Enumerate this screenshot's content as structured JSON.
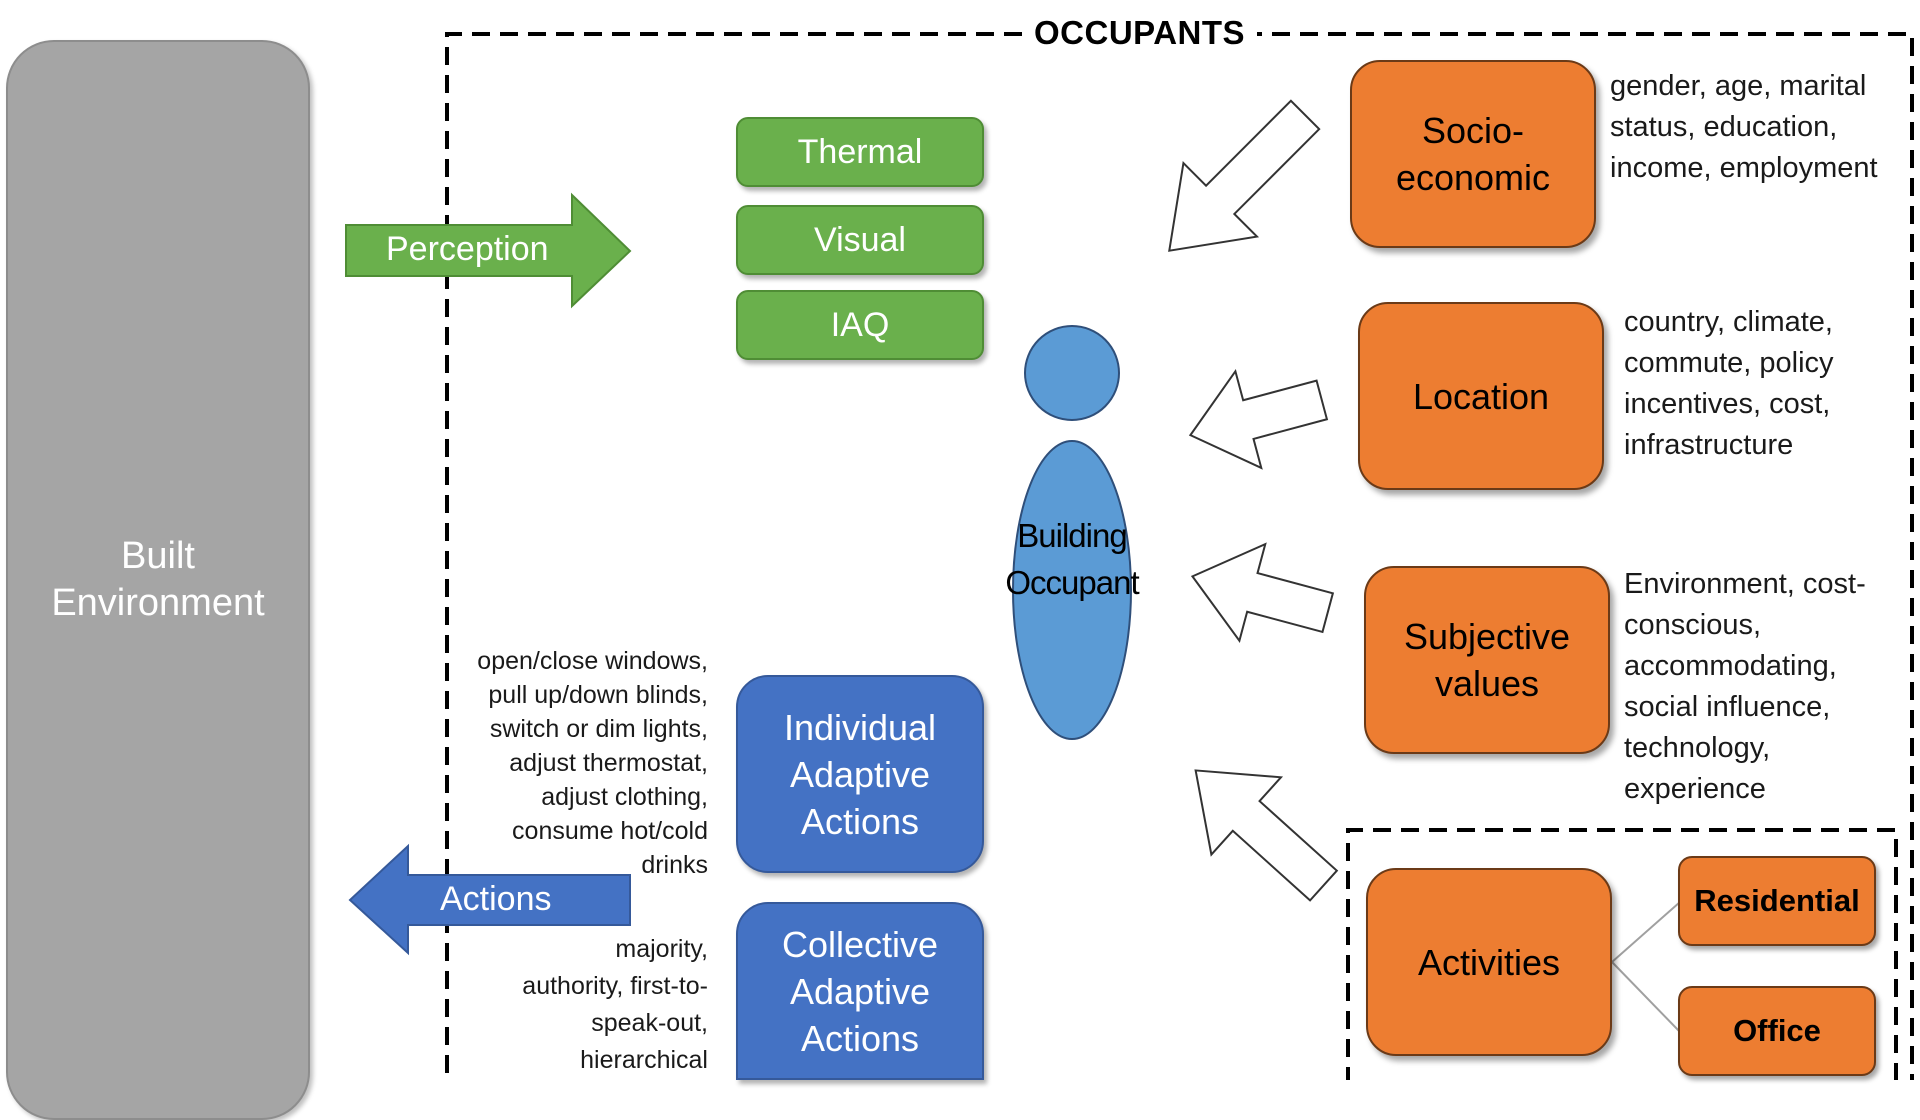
{
  "built_environment": {
    "label_lines": [
      "Built",
      "Environment"
    ]
  },
  "occupants_title": "OCCUPANTS",
  "perception_label": "Perception",
  "actions_label": "Actions",
  "perception_boxes": [
    "Thermal",
    "Visual",
    "IAQ"
  ],
  "action_boxes": {
    "individual": [
      "Individual",
      "Adaptive",
      "Actions"
    ],
    "collective": [
      "Collective",
      "Adaptive",
      "Actions"
    ]
  },
  "individual_actions_text": [
    "open/close windows,",
    "pull up/down  blinds,",
    "switch or dim lights,",
    "adjust thermostat,",
    "adjust clothing,",
    "consume hot/cold",
    "drinks"
  ],
  "collective_actions_text": [
    "majority,",
    "authority, first-to-",
    "speak-out,",
    "hierarchical"
  ],
  "occupant_label": [
    "Building",
    "Occupant"
  ],
  "factors": {
    "socio_economic": {
      "label": [
        "Socio-",
        "economic"
      ],
      "details": [
        "gender, age, marital",
        "status, education,",
        "income, employment"
      ]
    },
    "location": {
      "label": [
        "Location"
      ],
      "details": [
        "country, climate,",
        "commute, policy",
        "incentives, cost,",
        "infrastructure"
      ]
    },
    "subjective_values": {
      "label": [
        "Subjective",
        "values"
      ],
      "details": [
        "Environment, cost-",
        "conscious,",
        "accommodating,",
        "social influence,",
        "technology,",
        "experience"
      ]
    },
    "activities": {
      "label": [
        "Activities"
      ],
      "types": [
        "Residential",
        "Office"
      ]
    }
  },
  "colors": {
    "green": "#6ab04c",
    "blue": "#4472c4",
    "orange": "#ed7d31",
    "gray": "#a5a5a5",
    "occupant_blue": "#5b9bd5"
  }
}
